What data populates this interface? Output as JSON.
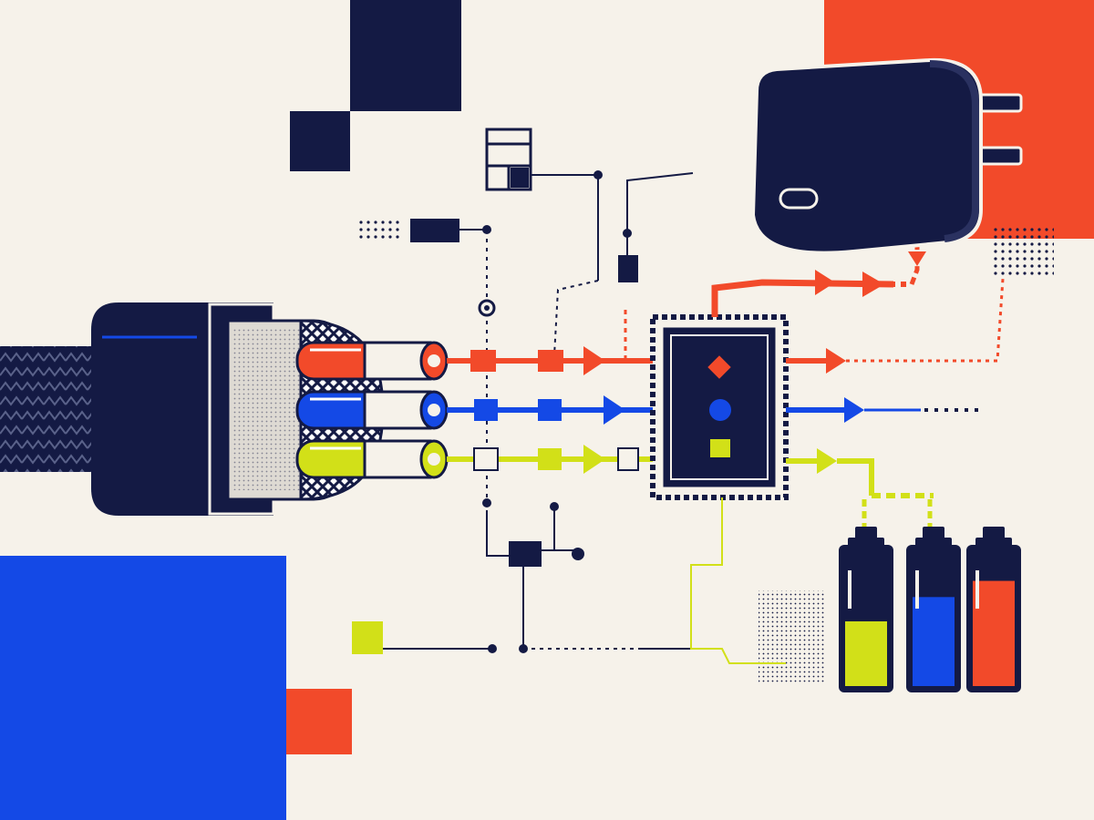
{
  "palette": {
    "background": "#f6f2ea",
    "navy": "#141a44",
    "orange_red": "#f24a2a",
    "blue": "#1449e6",
    "lime": "#d2e018",
    "white": "#ffffff",
    "gray_shield": "#dedad3"
  },
  "icons": {
    "cable": "usb-cable-cross-section-icon",
    "charger": "wall-charger-plug-icon",
    "chip": "controller-chip-icon",
    "batteries": "battery-level-icon"
  },
  "battery_levels": [
    0.48,
    0.66,
    0.78
  ]
}
